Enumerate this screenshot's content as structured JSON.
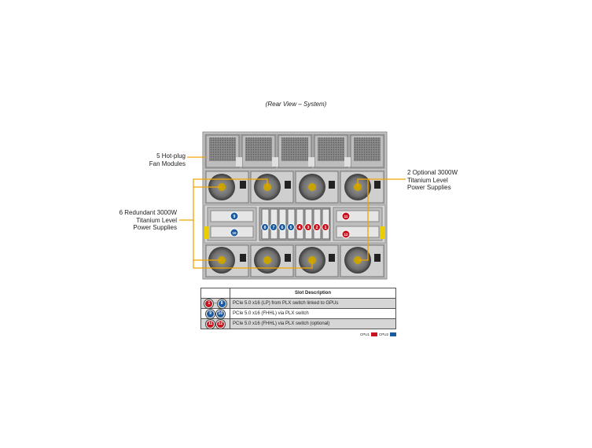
{
  "caption": "(Rear View – System)",
  "labels": {
    "fans": [
      "5 Hot-plug",
      "Fan Modules"
    ],
    "psu_left": [
      "6 Redundant  3000W",
      "Titanium Level",
      "Power Supplies"
    ],
    "psu_right": [
      "2 Optional 3000W",
      "Titanium Level",
      "Power Supplies"
    ]
  },
  "slot_badges": {
    "top_left": "9",
    "bottom_left": "10",
    "center": [
      "8",
      "7",
      "6",
      "5",
      "4",
      "3",
      "2",
      "1"
    ],
    "top_right": "11",
    "bottom_right": "12"
  },
  "table": {
    "header": "Slot Description",
    "rows": [
      {
        "badge_from": "1",
        "badge_to": "8",
        "description": "PCIe 5.0 x16 (LP) from PLX switch linked to GPUs"
      },
      {
        "badge_from": "9",
        "badge_to": "10",
        "description": "PCIe 5.0 x16 (FHHL)  via PLX switch"
      },
      {
        "badge_from": "11",
        "badge_to": "12",
        "description": "PCIe 5.0 x16 (FHHL)  via PLX switch (optional)"
      }
    ]
  },
  "legend": {
    "cpu1": "CPU1",
    "cpu2": "CPU2"
  },
  "colors": {
    "cpu1": "#c8141e",
    "cpu2": "#1a5aa0",
    "callout": "#f0a500"
  }
}
